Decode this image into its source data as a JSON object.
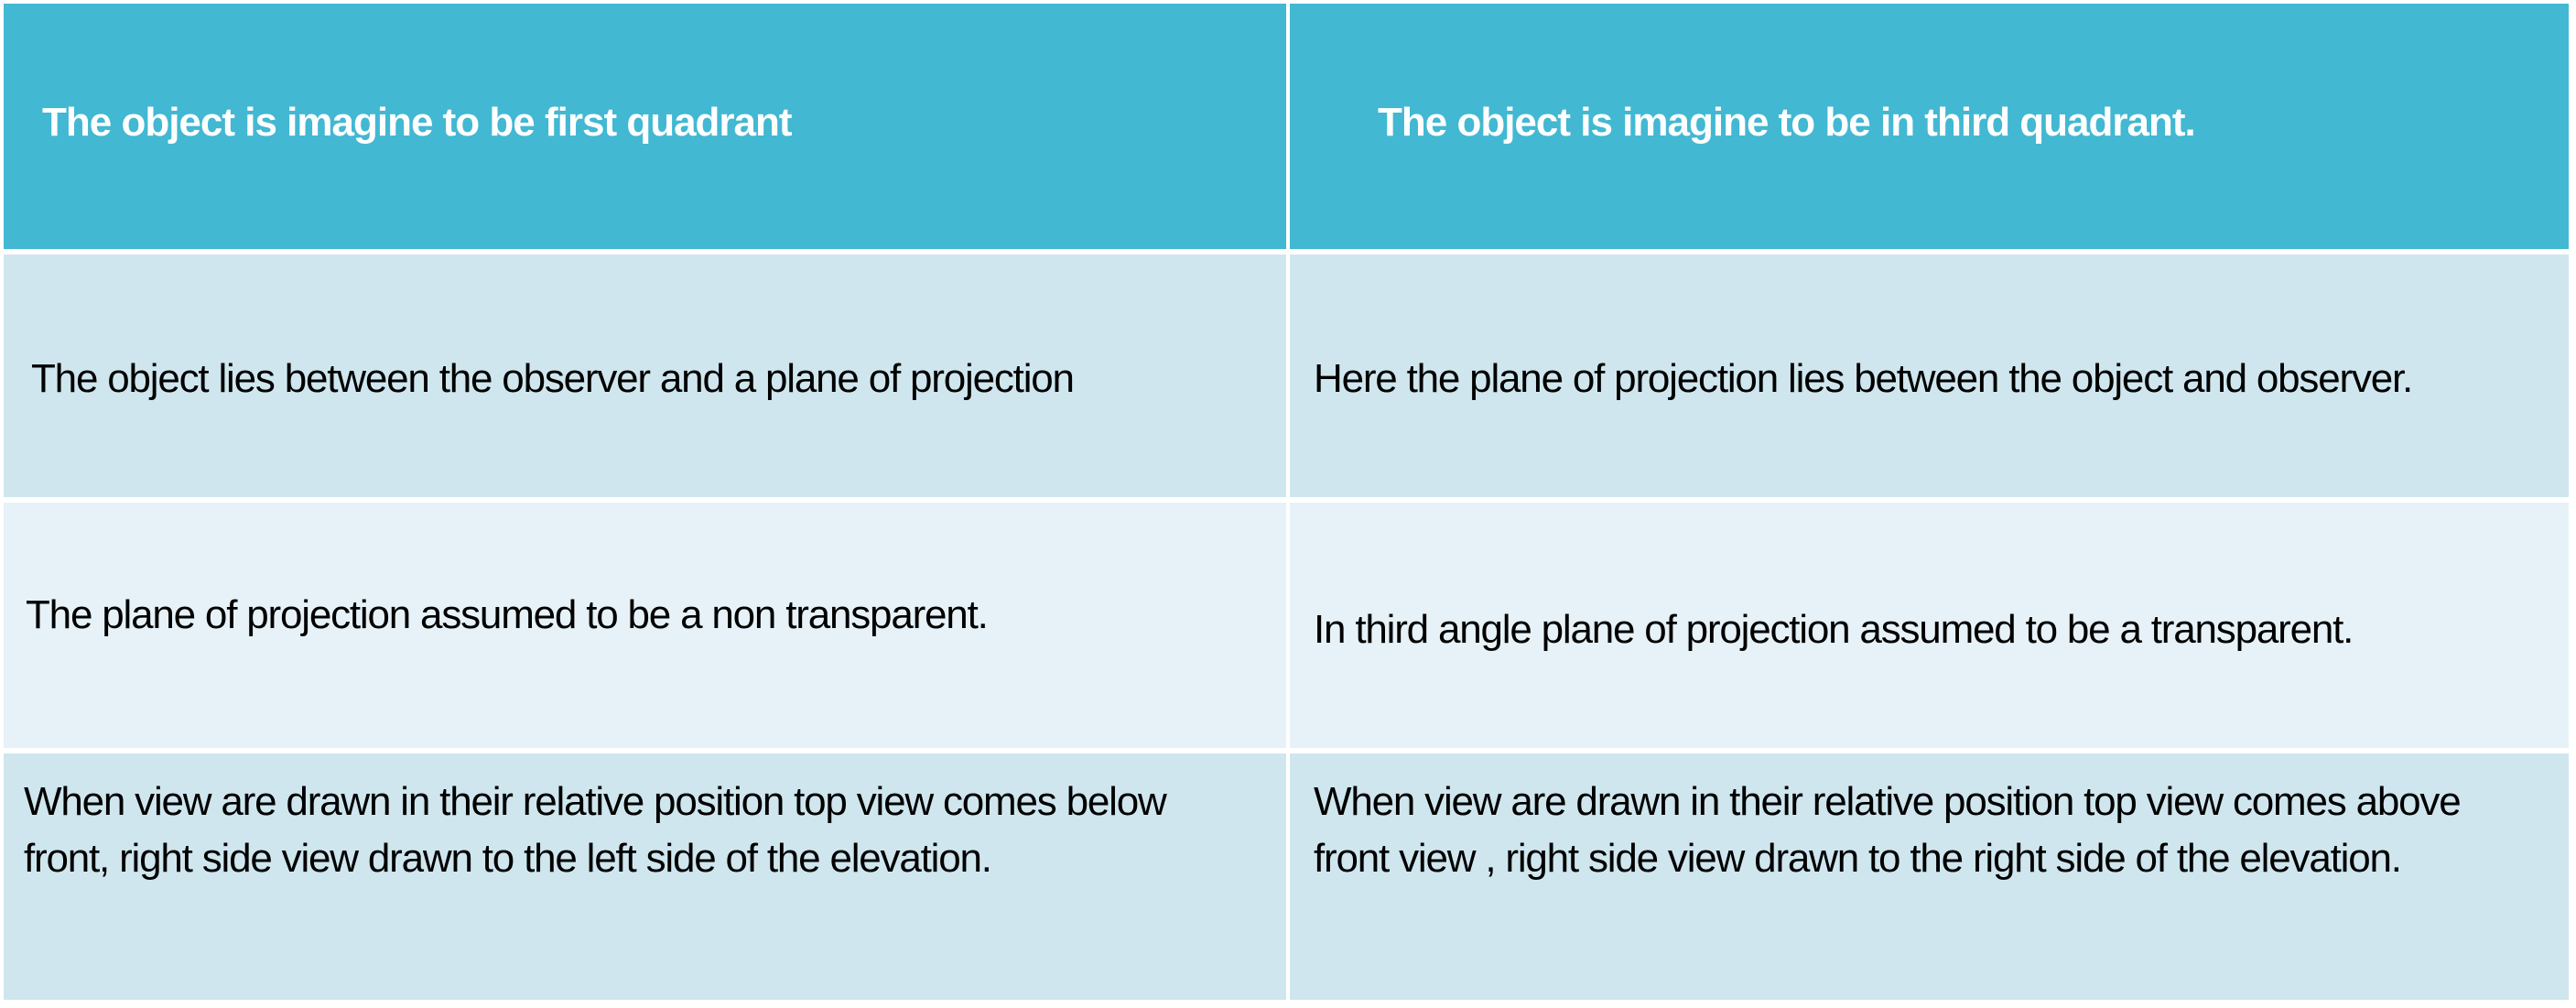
{
  "colors": {
    "header_bg": "#42B8D3",
    "header_text": "#FFFFFF",
    "row_odd_bg": "#CFE6EE",
    "row_even_bg": "#E6F2F7",
    "body_text": "#000000",
    "gridline": "#FFFFFF"
  },
  "table": {
    "headers": [
      "The object is imagine to be first quadrant",
      "The object is imagine to be in third quadrant."
    ],
    "rows": [
      [
        "The object lies between the observer and a plane of projection",
        "Here the plane of projection lies between the object and observer."
      ],
      [
        "The plane of projection assumed to be a non transparent.",
        "In third angle plane of projection assumed to be a transparent."
      ],
      [
        "When view are drawn in their relative position top view comes below front, right side view drawn to the left side of the elevation.",
        "When view are drawn in their relative position top view comes above front view , right side view drawn to the right side of the elevation."
      ]
    ]
  }
}
